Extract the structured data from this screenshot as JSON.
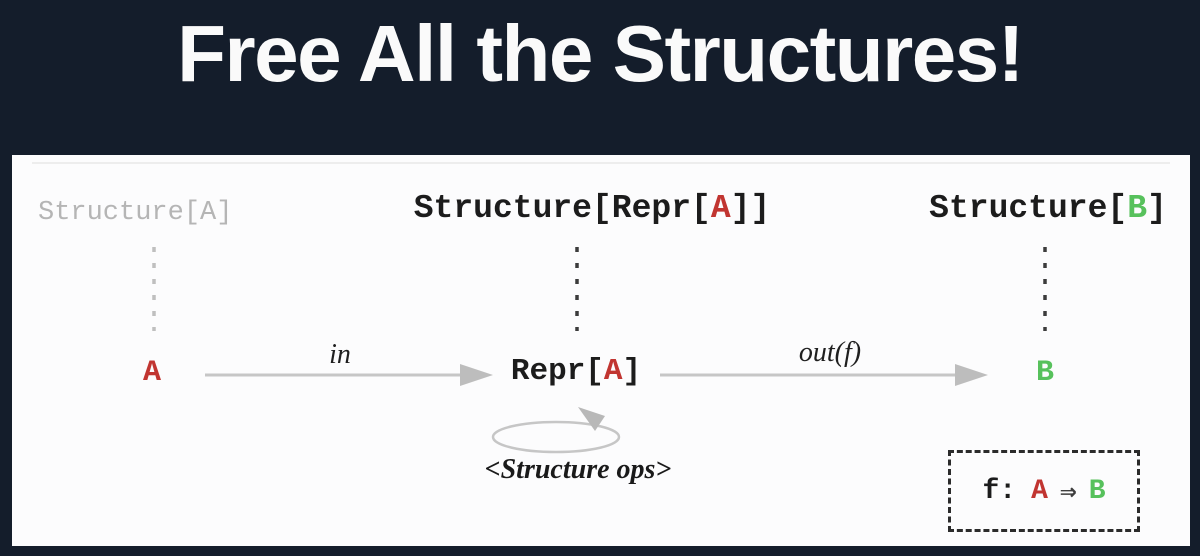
{
  "title": "Free All the Structures!",
  "colors": {
    "background": "#141d2b",
    "panel": "#fcfcfd",
    "accent_red": "#c13531",
    "accent_green": "#57c15c",
    "muted_gray": "#b5b5b5",
    "arrow_gray": "#c6c6c6",
    "text_dark": "#1c1c1c"
  },
  "icons": {
    "in_arrow": "right-arrow",
    "out_arrow": "right-arrow",
    "loop_arrow": "circular-loop-arrow",
    "dotted_links": "vertical-dotted-line"
  },
  "diagram": {
    "top_labels": {
      "left": "Structure[A]",
      "center": {
        "prefix": "Structure[Repr[",
        "var": "A",
        "suffix": "]]"
      },
      "right": {
        "prefix": "Structure[",
        "var": "B",
        "suffix": "]"
      }
    },
    "nodes": {
      "source": "A",
      "middle": {
        "prefix": "Repr[",
        "var": "A",
        "suffix": "]"
      },
      "target": "B"
    },
    "arrows": {
      "in_label": "in",
      "out_label": "out(f)",
      "loop_label": "<Structure ops>"
    },
    "f_box": {
      "f": "f:",
      "from": "A",
      "arrow": "⇒",
      "to": "B"
    }
  }
}
